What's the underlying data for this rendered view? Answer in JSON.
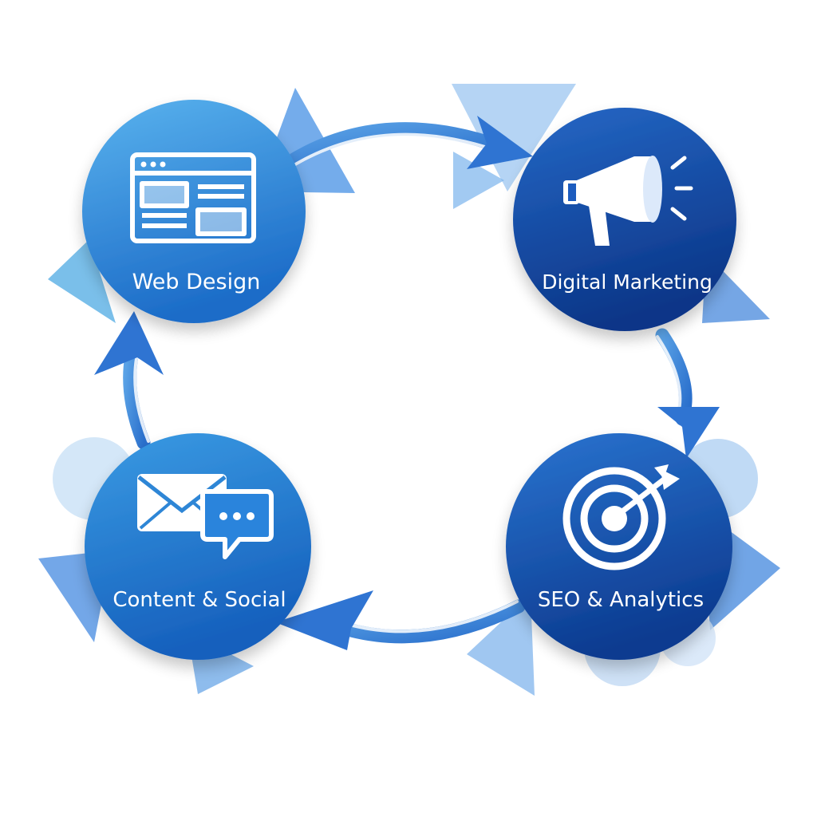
{
  "diagram": {
    "nodes": [
      {
        "id": "web-design",
        "label": "Web Design",
        "icon": "browser-window-icon",
        "color_top": "#4aa6e8",
        "color_bottom": "#1e6fca"
      },
      {
        "id": "digital-marketing",
        "label": "Digital Marketing",
        "icon": "megaphone-icon",
        "color_top": "#1f5fc0",
        "color_bottom": "#0c3a8e"
      },
      {
        "id": "seo-analytics",
        "label": "SEO & Analytics",
        "icon": "target-arrow-icon",
        "color_top": "#2169c8",
        "color_bottom": "#0d3d94"
      },
      {
        "id": "content-social",
        "label": "Content & Social",
        "icon": "email-chat-icon",
        "color_top": "#3594df",
        "color_bottom": "#1763c0"
      }
    ],
    "flow": [
      "web-design",
      "digital-marketing",
      "seo-analytics",
      "content-social",
      "web-design"
    ],
    "colors": {
      "ring": "#2f7fd6",
      "accent_light": "#a9cdf2",
      "accent_mid": "#5d9fe6"
    }
  }
}
